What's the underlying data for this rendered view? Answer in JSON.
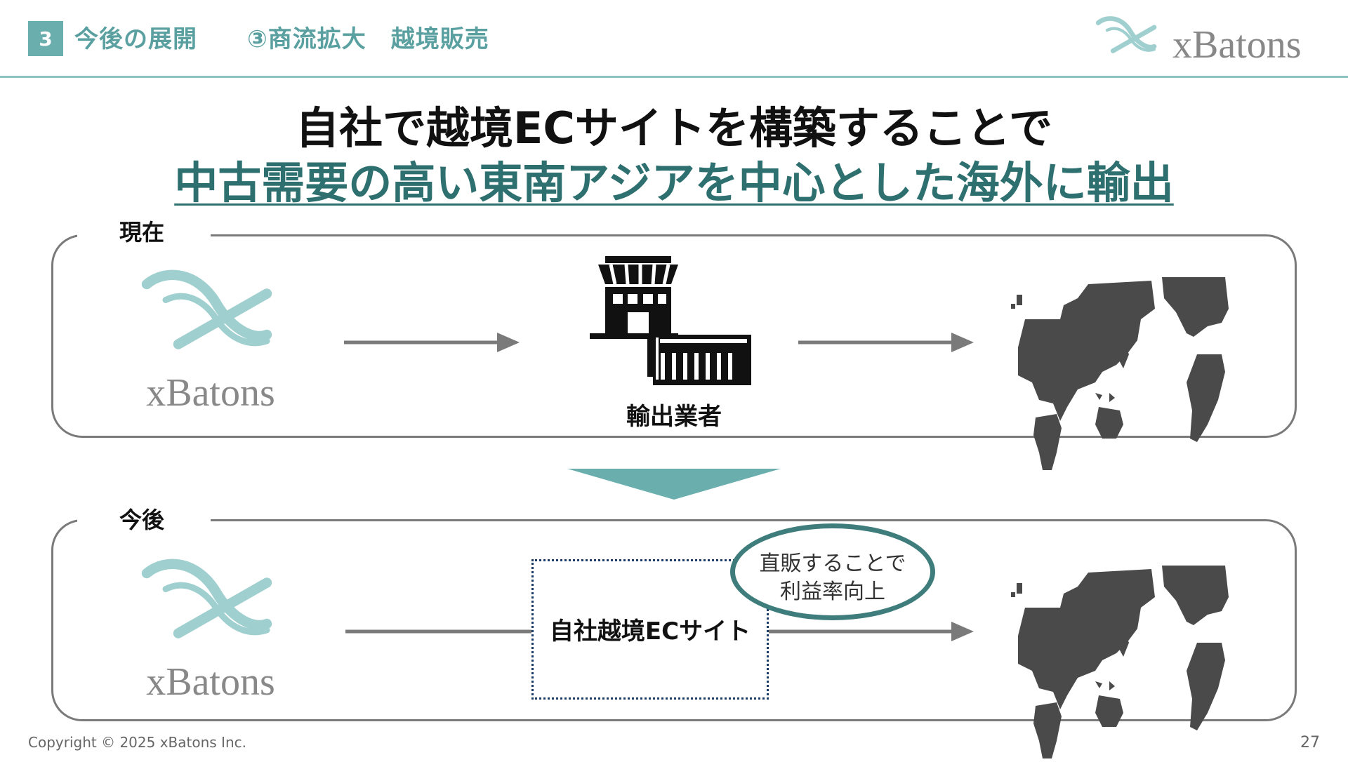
{
  "header": {
    "section_number": "3",
    "title": "今後の展開",
    "subtitle": "③商流拡大　越境販売",
    "brand": "xBatons"
  },
  "headline": {
    "line1": "自社で越境ECサイトを構築することで",
    "line2": "中古需要の高い東南アジアを中心とした海外に輸出"
  },
  "current": {
    "label": "現在",
    "source_logo": "xBatons",
    "intermediary_icon": "store-container-icon",
    "intermediary_label": "輸出業者",
    "destination_icon": "world-map-icon"
  },
  "future": {
    "label": "今後",
    "source_logo": "xBatons",
    "channel_label": "自社越境ECサイト",
    "benefit_line1": "直販することで",
    "benefit_line2": "利益率向上",
    "destination_icon": "world-map-icon"
  },
  "transition_icon": "down-chevron-icon",
  "footer": {
    "copyright": "Copyright © 2025 xBatons Inc.",
    "page_number": "27"
  },
  "colors": {
    "accent_teal": "#6aaeae",
    "dark_teal": "#2e6f6f",
    "gray": "#7a7a7a",
    "map": "#4a4a4a"
  }
}
